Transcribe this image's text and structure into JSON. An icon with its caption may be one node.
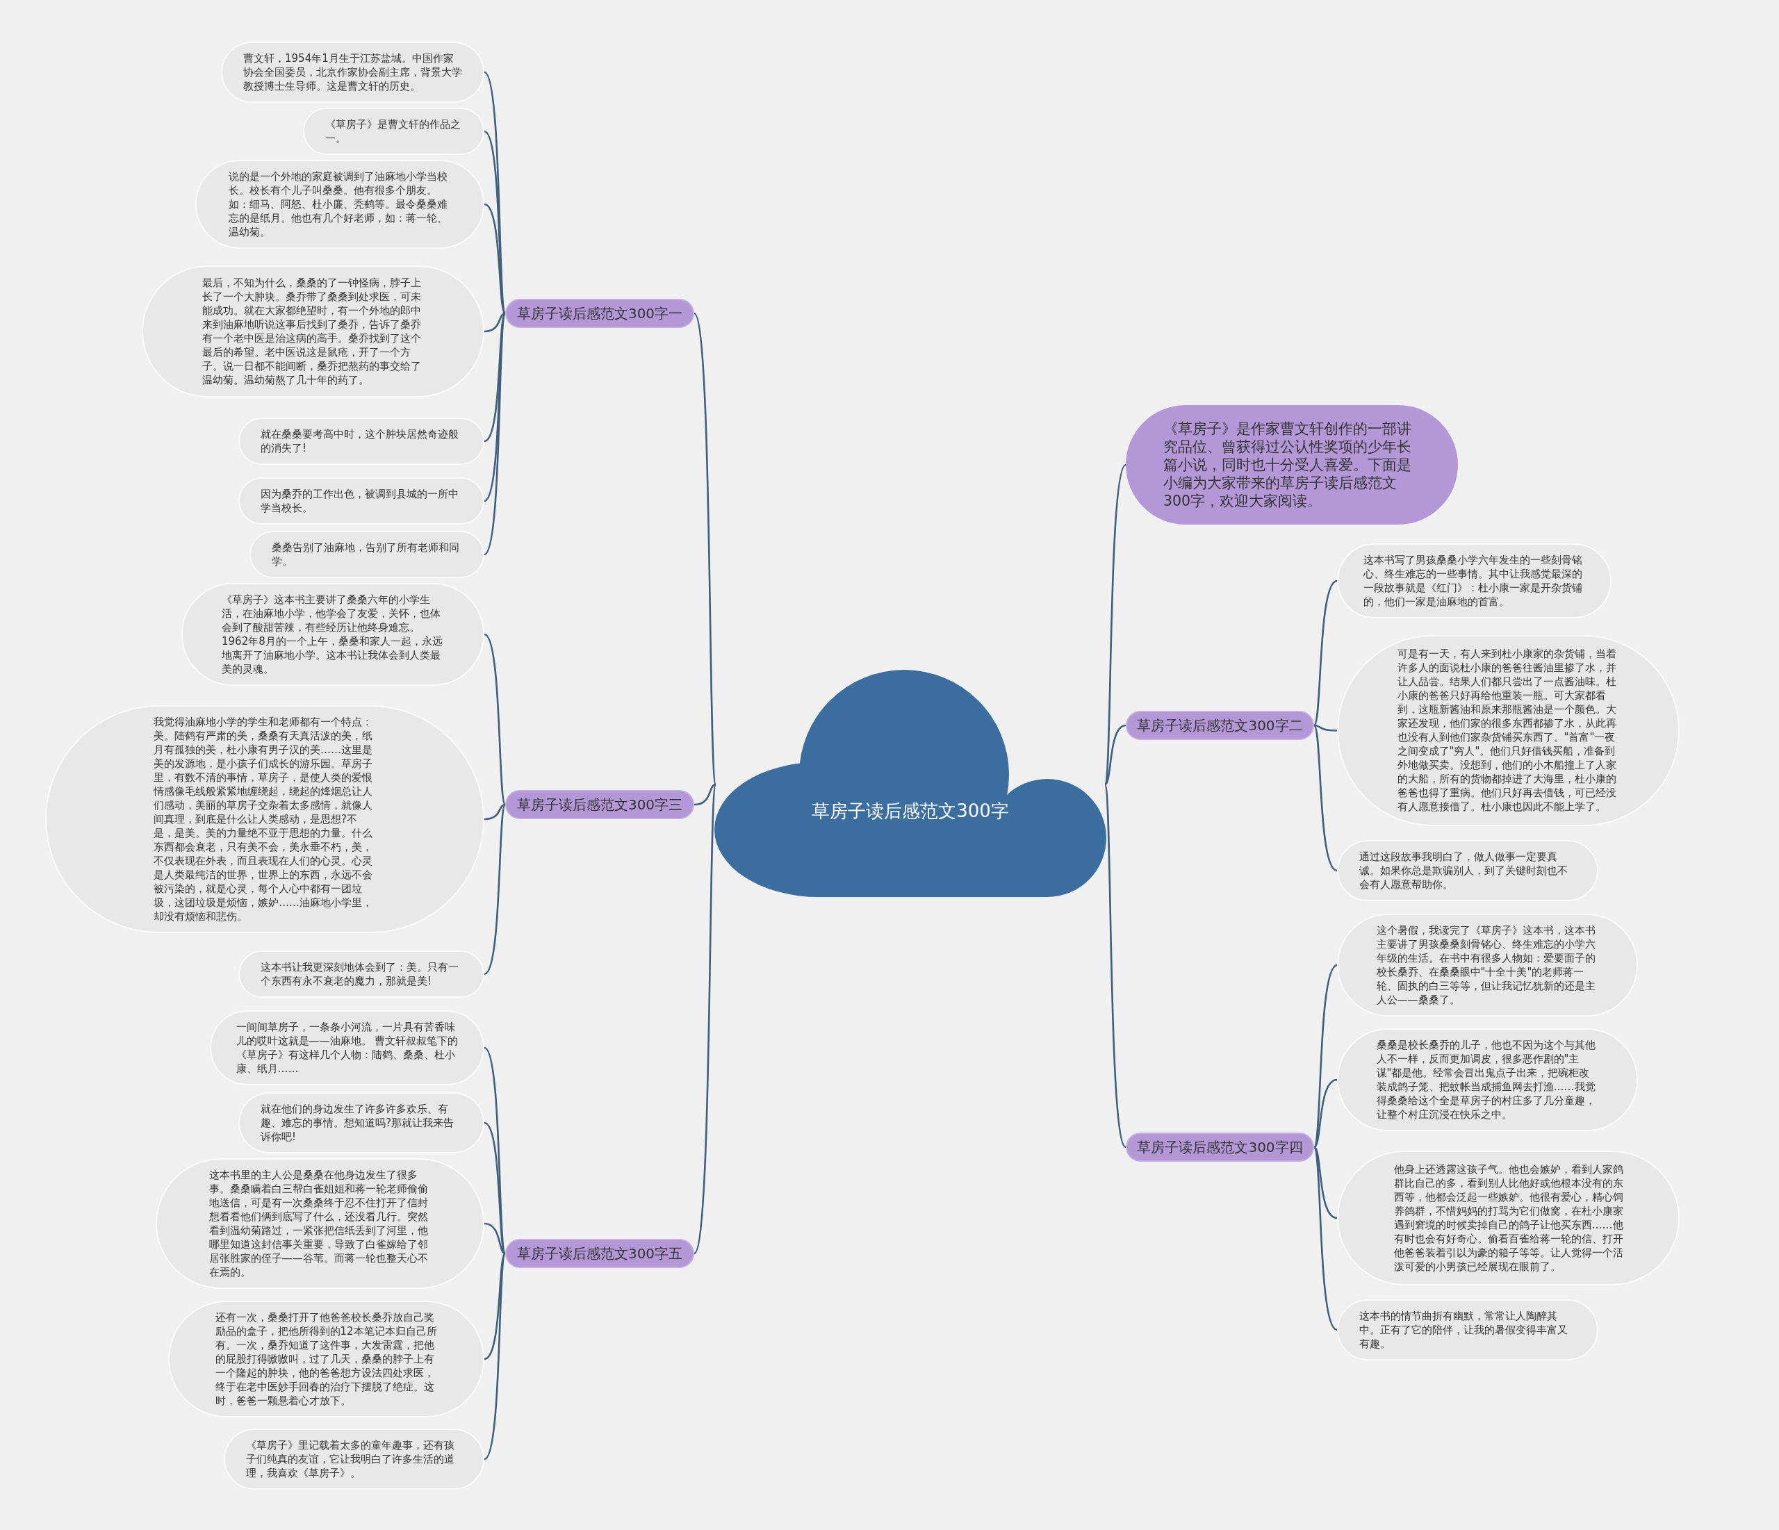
{
  "diagram": {
    "nodes": [
      {
        "text": [
          "草房子读后感范文300字"
        ]
      },
      {
        "text": [
          "《草房子》是作家曹文轩创作的一部讲究品位、曾获得过公认性奖项的少年长篇小说，同时也十分受人喜爱。下面是小编为大家带来的草房子读后感范文300字，欢迎大家阅读。"
        ]
      },
      {
        "text": [
          "草房子读后感范文300字一"
        ]
      },
      {
        "text": [
          "曹文轩，1954年1月生于江苏盐城。中国作家协会全国委员，北京作家协会副主席，背景大学教授博士生导师。这是曹文轩的历史。"
        ]
      },
      {
        "text": [
          "《草房子》是曹文轩的作品之一。"
        ]
      },
      {
        "text": [
          "说的是一个外地的家庭被调到了油麻地小学当校长。校长有个儿子叫桑桑。他有很多个朋友。如：细马、阿怒、杜小廉、秃鹤等。最令桑桑难忘的是纸月。他也有几个好老师，如：蒋一轮、温幼菊。"
        ]
      },
      {
        "text": [
          "最后，不知为什么，桑桑的了一钟怪病，脖子上长了一个大肿块。桑乔带了桑桑到处求医，可未能成功。就在大家都绝望时，有一个外地的郎中来到油麻地听说这事后找到了桑乔，告诉了桑乔有一个老中医是治这病的高手。桑乔找到了这个最后的希望。老中医说这是鼠疮，开了一个方子。说一日都不能间断，桑乔把熬药的事交给了温幼菊。温幼菊熬了几十年的药了。"
        ]
      },
      {
        "text": [
          "就在桑桑要考高中时，这个肿块居然奇迹般的消失了!"
        ]
      },
      {
        "text": [
          "因为桑乔的工作出色，被调到县城的一所中学当校长。"
        ]
      },
      {
        "text": [
          "桑桑告别了油麻地，告别了所有老师和同学。"
        ]
      },
      {
        "text": [
          "草房子读后感范文300字三"
        ]
      },
      {
        "text": [
          "《草房子》这本书主要讲了桑桑六年的小学生活，在油麻地小学，他学会了友爱，关怀，也体会到了酸甜苦辣，有些经历让他终身难忘。1962年8月的一个上午，桑桑和家人一起，永远地离开了油麻地小学。这本书让我体会到人类最美的灵魂。"
        ]
      },
      {
        "text": [
          "我觉得油麻地小学的学生和老师都有一个特点：美。陆鹤有严肃的美，桑桑有天真活泼的美，纸月有孤独的美，杜小康有男子汉的美……这里是美的发源地，是小孩子们成长的游乐园。草房子里，有数不清的事情，草房子，是使人类的爱恨情感像毛线般紧紧地缠绕起，绕起的烽烟总让人们感动，美丽的草房子交杂着太多感情，就像人间真理，到底是什么让人类感动，是思想?不是，是美。美的力量绝不亚于思想的力量。什么东西都会衰老，只有美不会，美永垂不朽，美，不仅表现在外表，而且表现在人们的心灵。心灵是人类最纯洁的世界，世界上的东西，永远不会被污染的，就是心灵，每个人心中都有一团垃圾，这团垃圾是烦恼，嫉妒……油麻地小学里，却没有烦恼和悲伤。"
        ]
      },
      {
        "text": [
          "这本书让我更深刻地体会到了：美。只有一个东西有永不衰老的魔力，那就是美!"
        ]
      },
      {
        "text": [
          "草房子读后感范文300字五"
        ]
      },
      {
        "text": [
          "一间间草房子，一条条小河流，一片具有苦香味儿的哎叶这就是——油麻地。 曹文轩叔叔笔下的《草房子》有这样几个人物：陆鹤、桑桑、杜小康、纸月……"
        ]
      },
      {
        "text": [
          "就在他们的身边发生了许多许多欢乐、有趣、难忘的事情。想知道吗?那就让我来告诉你吧!"
        ]
      },
      {
        "text": [
          "这本书里的主人公是桑桑在他身边发生了很多事。桑桑瞒着白三帮白雀姐姐和蒋一轮老师偷偷地送信，可是有一次桑桑终于忍不住打开了信封想看看他们俩到底写了什么，还没看几行。突然看到温幼菊路过，一紧张把信纸丢到了河里，他哪里知道这封信事关重要，导致了白雀嫁给了邻居张胜家的侄子——谷苇。而蒋一轮也整天心不在焉的。"
        ]
      },
      {
        "text": [
          "还有一次，桑桑打开了他爸爸校长桑乔放自己奖励品的盒子，把他所得到的12本笔记本归自己所有。一次，桑乔知道了这件事，大发雷霆，把他的屁股打得嗷嗷叫，过了几天，桑桑的脖子上有一个隆起的肿块，他的爸爸想方设法四处求医，终于在老中医妙手回春的治疗下摆脱了绝症。这时，爸爸一颗悬着心才放下。"
        ]
      },
      {
        "text": [
          "《草房子》里记载着太多的童年趣事，还有孩子们纯真的友谊，它让我明白了许多生活的道理，我喜欢《草房子》。"
        ]
      },
      {
        "text": [
          "草房子读后感范文300字二"
        ]
      },
      {
        "text": [
          "这本书写了男孩桑桑小学六年发生的一些刻骨铭心、终生难忘的一些事情。其中让我感觉最深的一段故事就是《红门》：杜小康一家是开杂货铺的，他们一家是油麻地的首富。"
        ]
      },
      {
        "text": [
          "可是有一天，有人来到杜小康家的杂货铺，当着许多人的面说杜小康的爸爸往酱油里掺了水，并让人品尝。结果人们都只尝出了一点酱油味。杜小康的爸爸只好再给他重装一瓶。可大家都看到，这瓶新酱油和原来那瓶酱油是一个颜色。大家还发现，他们家的很多东西都掺了水，从此再也没有人到他们家杂货铺买东西了。\"首富\"一夜之间变成了\"穷人\"。他们只好借钱买船，准备到外地做买卖。没想到，他们的小木船撞上了人家的大船，所有的货物都掉进了大海里，杜小康的爸爸也得了重病。他们只好再去借钱，可已经没有人愿意接借了。杜小康也因此不能上学了。"
        ]
      },
      {
        "text": [
          "通过这段故事我明白了，做人做事一定要真诚。如果你总是欺骗别人，到了关键时刻也不会有人愿意帮助你。"
        ]
      },
      {
        "text": [
          "草房子读后感范文300字四"
        ]
      },
      {
        "text": [
          "这个暑假，我读完了《草房子》这本书，这本书主要讲了男孩桑桑刻骨铭心、终生难忘的小学六年级的生活。在书中有很多人物如：爱要面子的校长桑乔、在桑桑眼中\"十全十美\"的老师蒋一轮、固执的白三等等，但让我记忆犹新的还是主人公——桑桑了。"
        ]
      },
      {
        "text": [
          "桑桑是校长桑乔的儿子，他也不因为这个与其他人不一样，反而更加调皮，很多恶作剧的\"主谋\"都是他。经常会冒出鬼点子出来，把碗柜改装成鸽子笼、把蚊帐当成捕鱼网去打渔……我觉得桑桑给这个全是草房子的村庄多了几分童趣，让整个村庄沉浸在快乐之中。"
        ]
      },
      {
        "text": [
          "他身上还透露这孩子气。他也会嫉妒，看到人家鸽群比自己的多，看到别人比他好或他根本没有的东西等，他都会泛起一些嫉妒。他很有爱心，精心饲养鸽群，不惜妈妈的打骂为它们做窝，在杜小康家遇到窘境的时候卖掉自己的鸽子让他买东西……他有时也会有好奇心。偷看百雀给蒋一轮的信、打开他爸爸装着引以为豪的箱子等等。让人觉得一个活泼可爱的小男孩已经展现在眼前了。"
        ]
      },
      {
        "text": [
          "这本书的情节曲折有幽默，常常让人陶醉其中。正有了它的陪伴，让我的暑假变得丰富又有趣。"
        ]
      }
    ],
    "edges": [
      {
        "from": 0,
        "to": 1,
        "arrow": "none"
      },
      {
        "from": 0,
        "to": 2,
        "arrow": "none"
      },
      {
        "from": 2,
        "to": 3,
        "arrow": "none"
      },
      {
        "from": 2,
        "to": 4,
        "arrow": "none"
      },
      {
        "from": 2,
        "to": 5,
        "arrow": "none"
      },
      {
        "from": 2,
        "to": 6,
        "arrow": "none"
      },
      {
        "from": 2,
        "to": 7,
        "arrow": "none"
      },
      {
        "from": 2,
        "to": 8,
        "arrow": "none"
      },
      {
        "from": 2,
        "to": 9,
        "arrow": "none"
      },
      {
        "from": 0,
        "to": 10,
        "arrow": "none"
      },
      {
        "from": 10,
        "to": 11,
        "arrow": "none"
      },
      {
        "from": 10,
        "to": 12,
        "arrow": "none"
      },
      {
        "from": 10,
        "to": 13,
        "arrow": "none"
      },
      {
        "from": 0,
        "to": 14,
        "arrow": "none"
      },
      {
        "from": 14,
        "to": 15,
        "arrow": "none"
      },
      {
        "from": 14,
        "to": 16,
        "arrow": "none"
      },
      {
        "from": 14,
        "to": 17,
        "arrow": "none"
      },
      {
        "from": 14,
        "to": 18,
        "arrow": "none"
      },
      {
        "from": 14,
        "to": 19,
        "arrow": "none"
      },
      {
        "from": 0,
        "to": 20,
        "arrow": "none"
      },
      {
        "from": 20,
        "to": 21,
        "arrow": "none"
      },
      {
        "from": 20,
        "to": 22,
        "arrow": "none"
      },
      {
        "from": 20,
        "to": 23,
        "arrow": "none"
      },
      {
        "from": 0,
        "to": 24,
        "arrow": "none"
      },
      {
        "from": 24,
        "to": 25,
        "arrow": "none"
      },
      {
        "from": 24,
        "to": 26,
        "arrow": "none"
      },
      {
        "from": 24,
        "to": 27,
        "arrow": "none"
      },
      {
        "from": 24,
        "to": 28,
        "arrow": "none"
      }
    ]
  }
}
